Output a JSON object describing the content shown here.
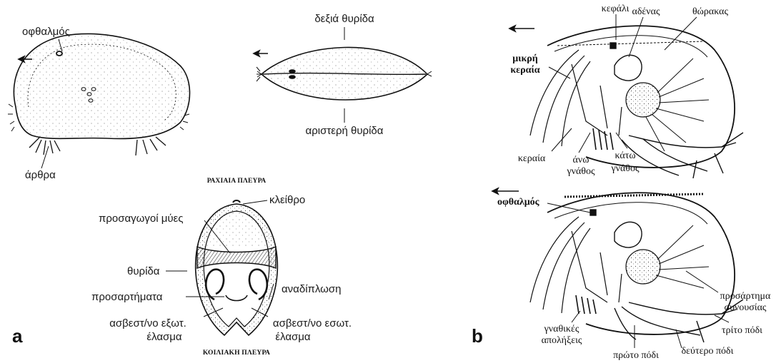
{
  "panel_a": {
    "panel_label": "a",
    "lateral_view": {
      "eye": "οφθαλμός",
      "joints": "άρθρα"
    },
    "top_view": {
      "right_valve": "δεξιά θυρίδα",
      "left_valve": "αριστερή θυρίδα"
    },
    "cross_section": {
      "dorsal_side": "ΡΑΧΙΑΙΑ ΠΛΕΥΡΑ",
      "ventral_side": "ΚΟΙΛΙΑΚΗ ΠΛΕΥΡΑ",
      "hinge": "κλείθρο",
      "adductor_muscles": "προσαγωγοί μύες",
      "valve": "θυρίδα",
      "appendages": "προσαρτήματα",
      "duplicature": "αναδίπλωση",
      "outer_lamella_line1": "ασβεστ/νο εξωτ.",
      "outer_lamella_line2": "έλασμα",
      "inner_lamella_line1": "ασβεστ/νο εσωτ.",
      "inner_lamella_line2": "έλασμα"
    }
  },
  "panel_b": {
    "panel_label": "b",
    "upper": {
      "head": "κεφάλι",
      "gland": "αδένας",
      "thorax": "θώρακας",
      "small_antenna_line1": "μικρή",
      "small_antenna_line2": "κεραία",
      "antenna": "κεραία",
      "upper_jaw_line1": "άνω",
      "upper_jaw_line2": "γνάθος",
      "lower_jaw_line1": "κάτω",
      "lower_jaw_line2": "γνάθος"
    },
    "lower": {
      "eye": "οφθαλμός",
      "copulatory_appendage_line1": "προσάρτημα",
      "copulatory_appendage_line2": "συνουσίας",
      "mandibular_processes_line1": "γναθικές",
      "mandibular_processes_line2": "απολήξεις",
      "third_leg": "τρίτο πόδι",
      "first_leg": "πρώτο πόδι",
      "second_leg": "δεύτερο πόδι"
    }
  },
  "colors": {
    "ink": "#111111",
    "background": "#ffffff"
  }
}
